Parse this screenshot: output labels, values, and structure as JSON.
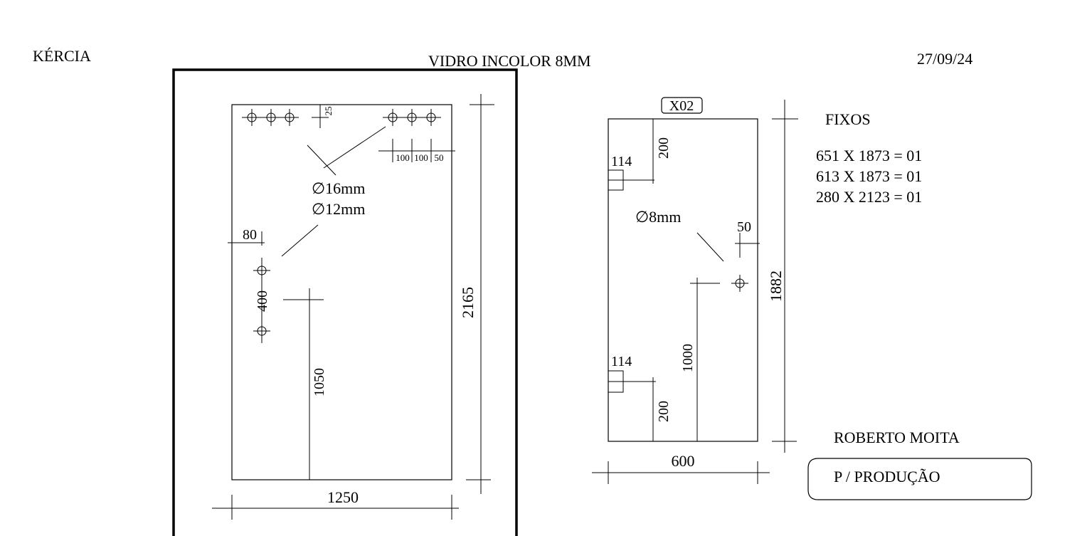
{
  "header": {
    "client": "KÉRCIA",
    "material": "VIDRO INCOLOR 8MM",
    "date": "27/09/24"
  },
  "piece_left": {
    "width_label": "1250",
    "height_label": "2165",
    "hole_16_label": "∅16mm",
    "hole_12_label": "∅12mm",
    "top_offset_label": "25",
    "spacing_labels": [
      "100",
      "100",
      "50"
    ],
    "side_offset_label": "80",
    "hole_spacing_label": "400",
    "handle_height_label": "1050"
  },
  "piece_right": {
    "tag": "X02",
    "width_label": "600",
    "height_label": "1882",
    "notch_top_label": "114",
    "notch_top_offset_label": "200",
    "notch_bottom_label": "114",
    "notch_bottom_offset_label": "200",
    "hole_label": "∅8mm",
    "hole_edge_label": "50",
    "hole_height_label": "1000"
  },
  "fixos": {
    "title": "FIXOS",
    "items": [
      "651 X 1873 = 01",
      "613 X 1873 = 01",
      "280 X 2123 = 01"
    ]
  },
  "footer": {
    "name": "ROBERTO MOITA",
    "stamp": "P / PRODUÇÃO"
  }
}
